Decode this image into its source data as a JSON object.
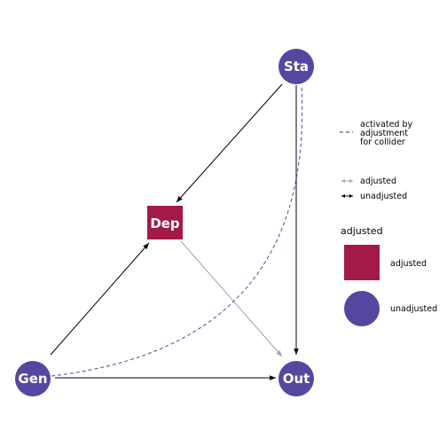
{
  "colors": {
    "adjusted": "#A31A4A",
    "unadjusted": "#5447A0",
    "edge_solid": "#000000",
    "edge_adjusted": "#A5A5A5",
    "edge_collider": "#5447A0"
  },
  "nodes": [
    {
      "id": "Sta",
      "label": "Sta",
      "status": "unadjusted"
    },
    {
      "id": "Dep",
      "label": "Dep",
      "status": "adjusted"
    },
    {
      "id": "Gen",
      "label": "Gen",
      "status": "unadjusted"
    },
    {
      "id": "Out",
      "label": "Out",
      "status": "unadjusted"
    }
  ],
  "edges": [
    {
      "from": "Sta",
      "to": "Dep",
      "type": "unadjusted"
    },
    {
      "from": "Sta",
      "to": "Out",
      "type": "unadjusted"
    },
    {
      "from": "Gen",
      "to": "Dep",
      "type": "unadjusted"
    },
    {
      "from": "Gen",
      "to": "Out",
      "type": "unadjusted"
    },
    {
      "from": "Dep",
      "to": "Out",
      "type": "adjusted"
    },
    {
      "from": "Gen",
      "to": "Sta",
      "type": "collider"
    }
  ],
  "legend": {
    "collider_line1": "activated by",
    "collider_line2": "adjustment",
    "collider_line3": "for collider",
    "edge_adjusted": "adjusted",
    "edge_unadjusted": "unadjusted",
    "node_title": "adjusted",
    "node_adjusted": "adjusted",
    "node_unadjusted": "unadjusted"
  }
}
